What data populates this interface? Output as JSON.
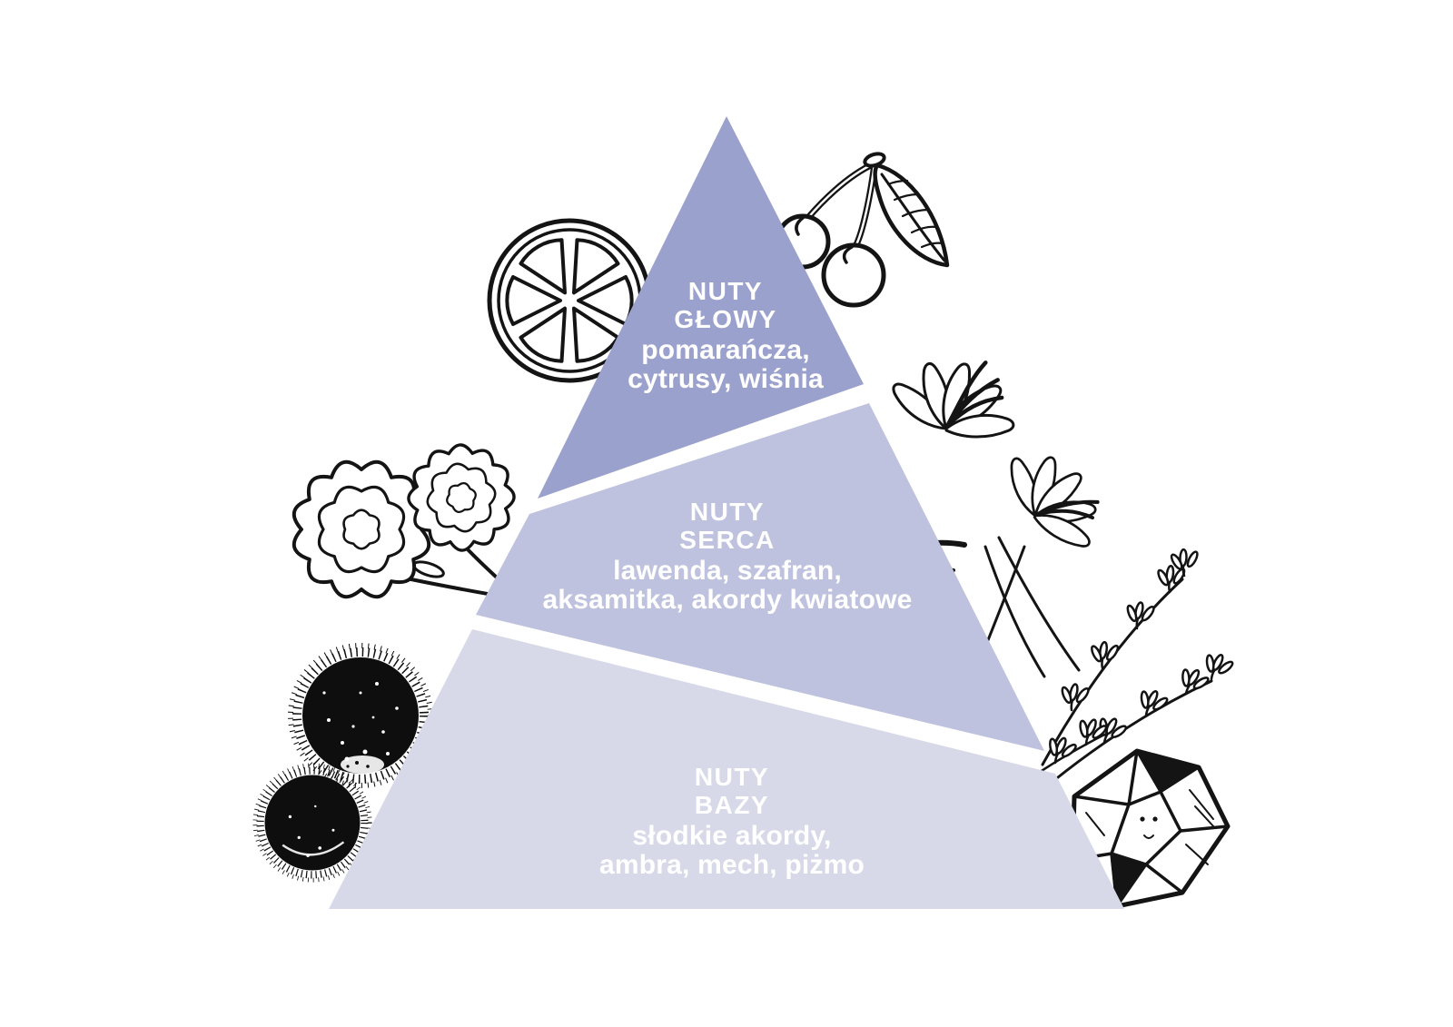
{
  "background_color": "#ffffff",
  "text_color": "#ffffff",
  "line_art_color": "#141414",
  "levels": [
    {
      "name": "top-notes",
      "title_lines": [
        "NUTY",
        "GŁOWY"
      ],
      "note_lines": [
        "pomarańcza,",
        "cytrusy, wiśnia"
      ],
      "color": "#9ba1cd"
    },
    {
      "name": "heart-notes",
      "title_lines": [
        "NUTY",
        "SERCA"
      ],
      "note_lines": [
        "lawenda, szafran,",
        "aksamitka, akordy kwiatowe"
      ],
      "color": "#bfc2de"
    },
    {
      "name": "base-notes",
      "title_lines": [
        "NUTY",
        "BAZY"
      ],
      "note_lines": [
        "słodkie akordy,",
        "ambra, mech, piżmo"
      ],
      "color": "#d7d9e9"
    }
  ],
  "illustrations": [
    {
      "name": "orange-slice",
      "position": "upper-left"
    },
    {
      "name": "cherries",
      "position": "upper-right"
    },
    {
      "name": "marigold-flowers",
      "position": "middle-left"
    },
    {
      "name": "saffron-crocus",
      "position": "middle-right"
    },
    {
      "name": "lavender-sprigs",
      "position": "lower-right"
    },
    {
      "name": "pompom-flowers",
      "position": "bottom-left"
    },
    {
      "name": "amber-crystal",
      "position": "bottom-right"
    }
  ]
}
